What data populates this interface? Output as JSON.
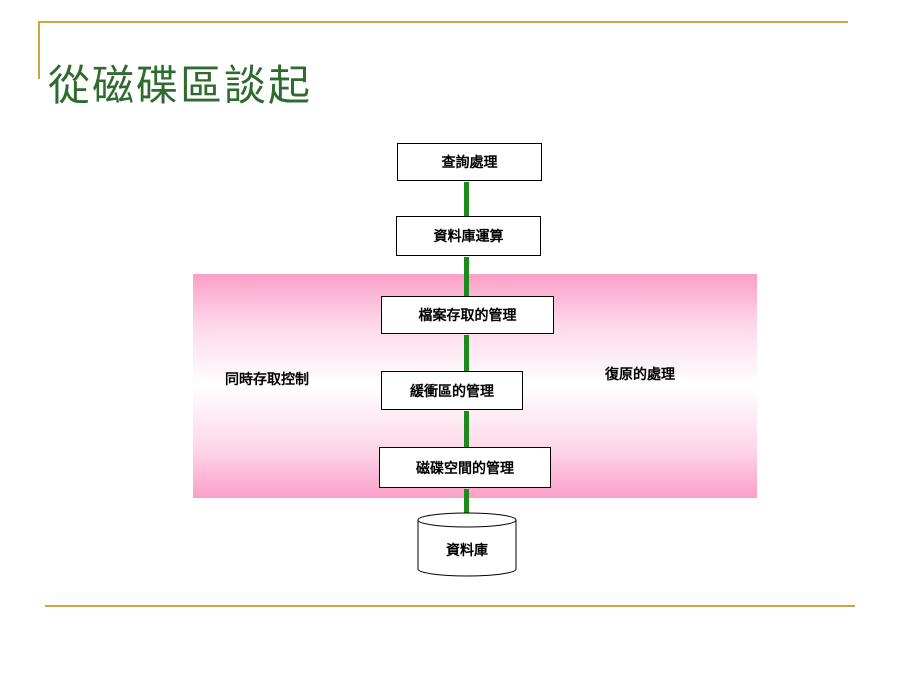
{
  "title": "從磁碟區談起",
  "diagram": {
    "boxes": [
      "查詢處理",
      "資料庫運算",
      "檔案存取的管理",
      "緩衝區的管理",
      "磁碟空間的管理"
    ],
    "database_label": "資料庫",
    "left_label": "同時存取控制",
    "right_label": "復原的處理"
  },
  "colors": {
    "title": "#2f6b2f",
    "rule": "#c8a640",
    "band_edge": "#fb9fc8",
    "connector": "#1c8a1c"
  }
}
